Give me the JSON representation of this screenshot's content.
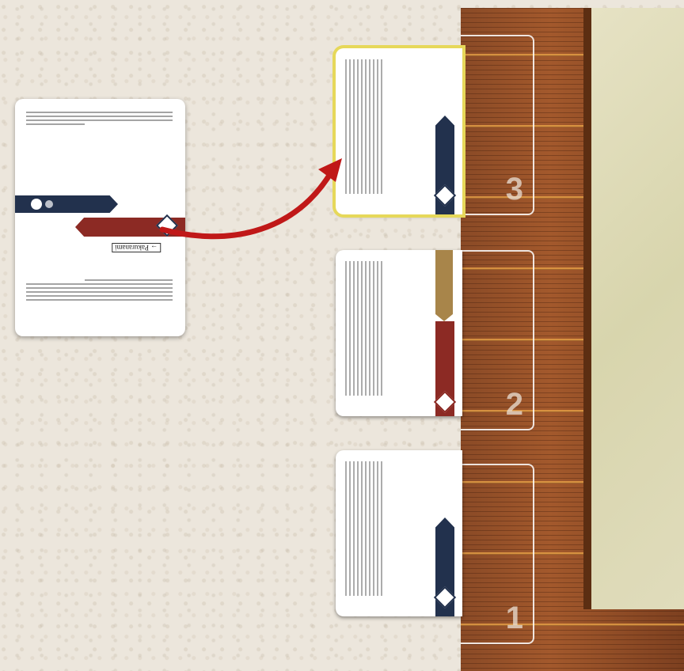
{
  "hand_card": {
    "token_label": "→ Pakuranami"
  },
  "slots": [
    {
      "number": "3",
      "highlighted": true
    },
    {
      "number": "2",
      "highlighted": false
    },
    {
      "number": "1",
      "highlighted": false
    }
  ],
  "colors": {
    "ribbon_blue": "#22314d",
    "ribbon_red": "#8c2a24",
    "arrow_red": "#d42121",
    "highlight_yellow": "#e6d85a"
  }
}
